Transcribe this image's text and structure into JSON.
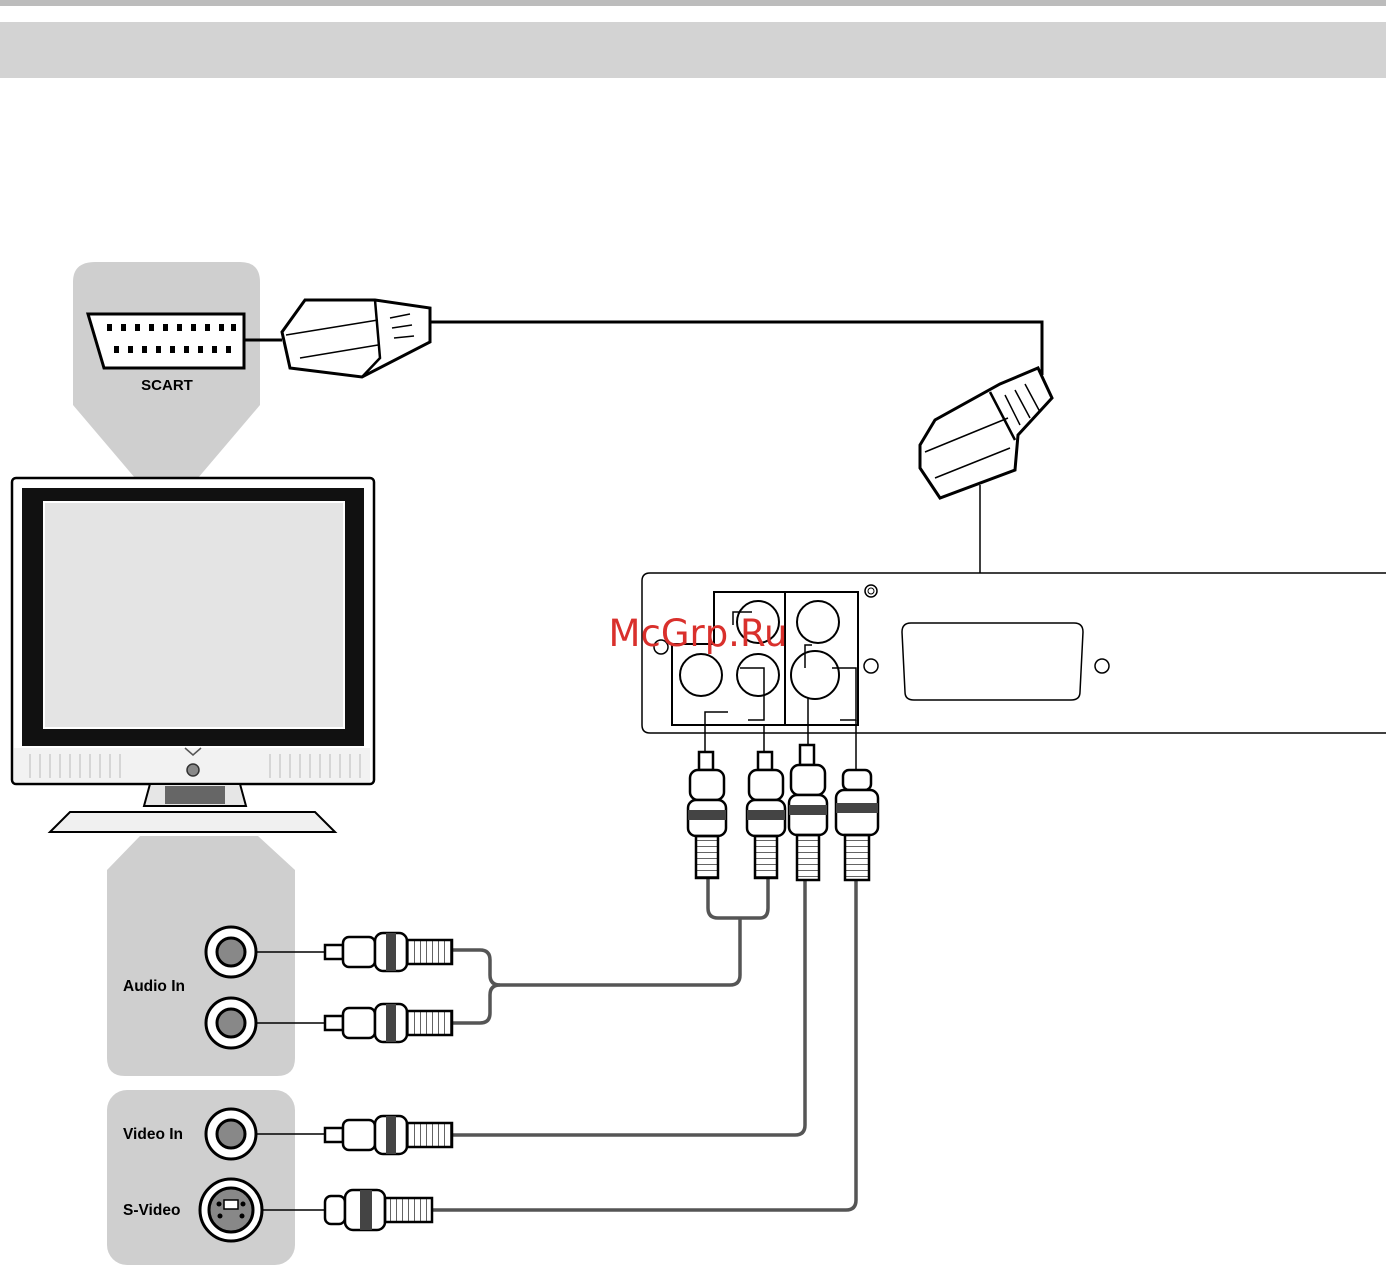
{
  "labels": {
    "scart": "SCART",
    "audio_in": "Audio In",
    "video_in": "Video In",
    "s_video": "S-Video"
  },
  "watermark": "McGrp.Ru",
  "colors": {
    "panel": "#cfcfcf",
    "header": "#d3d3d3",
    "watermark": "#d9302c"
  }
}
